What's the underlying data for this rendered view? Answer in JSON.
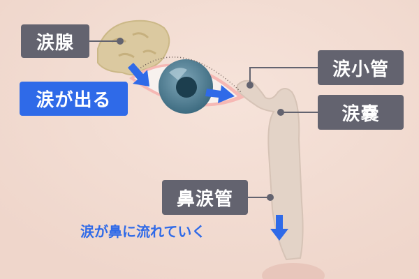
{
  "labels": {
    "lacrimal_gland": "涙腺",
    "tears_out": "涙が出る",
    "canaliculus": "涙小管",
    "lacrimal_sac": "涙嚢",
    "nasolacrimal_duct": "鼻涙管",
    "flow_to_nose": "涙が鼻に流れていく"
  },
  "colors": {
    "label_gray": "#63636f",
    "accent_blue": "#2f6ae8",
    "background": "#f3dfd6"
  }
}
